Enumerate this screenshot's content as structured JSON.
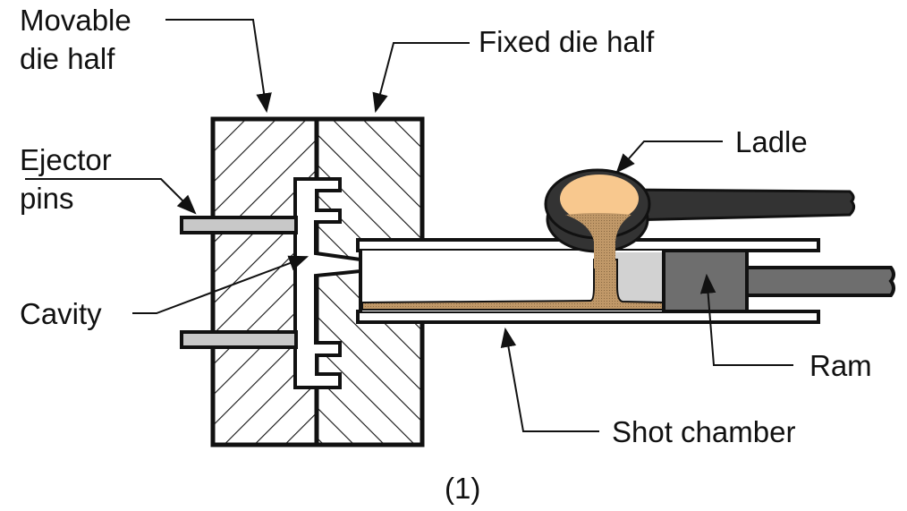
{
  "labels": {
    "movable_die_half": [
      "Movable",
      "die half"
    ],
    "fixed_die_half": "Fixed die half",
    "ejector_pins": [
      "Ejector",
      "pins"
    ],
    "cavity": "Cavity",
    "ladle": "Ladle",
    "ram": "Ram",
    "shot_chamber": "Shot chamber",
    "figure_number": "(1)"
  },
  "colors": {
    "molten_metal": "#F8C88E",
    "metal_stream": "#B8905E",
    "ram": "#6E6E6E",
    "ladle": "#333333",
    "ejector_pin": "#C8C8C8",
    "air_gap": "#D2D2D2"
  }
}
